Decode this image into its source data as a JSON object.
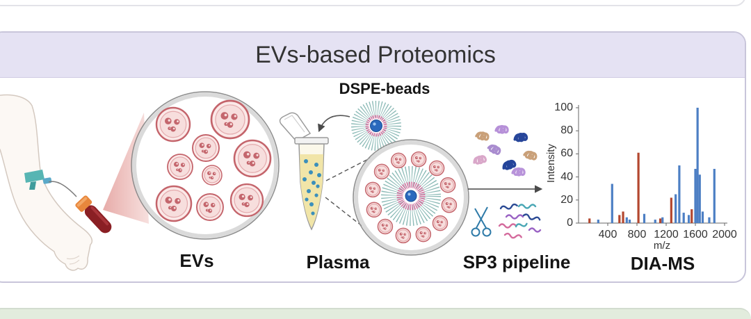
{
  "header": {
    "title": "EVs-based Proteomics"
  },
  "labels": {
    "dspe_beads": "DSPE-beads",
    "evs": "EVs",
    "plasma": "Plasma",
    "sp3_pipeline": "SP3 pipeline",
    "dia_ms": "DIA-MS"
  },
  "colors": {
    "header_bg": "#e5e2f3",
    "ev_pink": "#c4646b",
    "bead_core": "#2a69bd",
    "tube_liquid": "#f1e5a8",
    "blood_tube_cap": "#e8873c",
    "blood_tube_body": "#8a1f24"
  },
  "icons": [
    "arm-icon",
    "tourniquet-icon",
    "blood-collection-tube-icon",
    "extracellular-vesicle-icon",
    "microcentrifuge-tube-icon",
    "dspe-bead-icon",
    "protein-cluster-icon",
    "scissors-icon",
    "peptide-fragments-icon"
  ],
  "chart_data": {
    "type": "bar",
    "xlabel": "m/z",
    "ylabel": "Intensity",
    "xlim": [
      0,
      2000
    ],
    "ylim": [
      0,
      100
    ],
    "xticks": [
      "400",
      "800",
      "1200",
      "1600",
      "2000"
    ],
    "yticks": [
      "0",
      "20",
      "40",
      "60",
      "80",
      "100"
    ],
    "grid": false,
    "series": [
      {
        "color": "#4d7fc4",
        "points": [
          [
            270,
            3
          ],
          [
            460,
            34
          ],
          [
            660,
            5
          ],
          [
            700,
            3
          ],
          [
            900,
            8
          ],
          [
            1050,
            3
          ],
          [
            1150,
            5
          ],
          [
            1330,
            25
          ],
          [
            1380,
            50
          ],
          [
            1440,
            9
          ],
          [
            1510,
            7
          ],
          [
            1600,
            47
          ],
          [
            1630,
            100
          ],
          [
            1660,
            42
          ],
          [
            1700,
            10
          ],
          [
            1790,
            5
          ],
          [
            1860,
            47
          ]
        ]
      },
      {
        "color": "#b3472f",
        "points": [
          [
            150,
            4
          ],
          [
            560,
            7
          ],
          [
            610,
            10
          ],
          [
            820,
            61
          ],
          [
            1120,
            4
          ],
          [
            1270,
            22
          ],
          [
            1550,
            12
          ]
        ]
      }
    ]
  }
}
